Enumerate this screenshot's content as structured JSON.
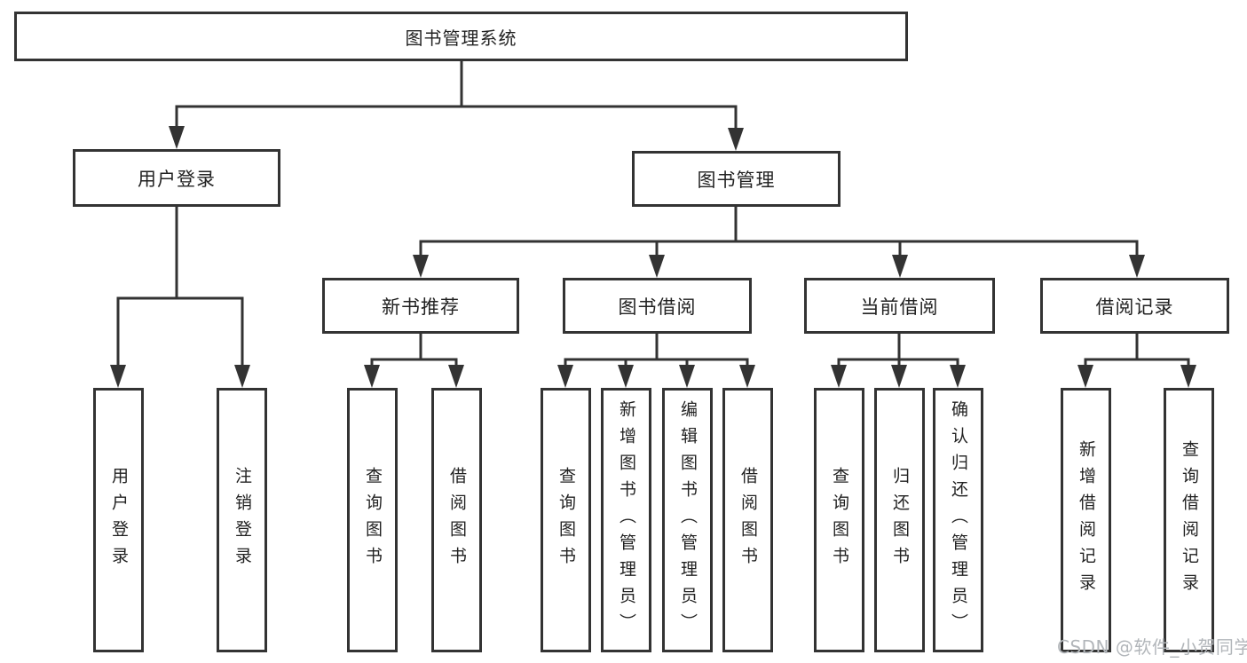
{
  "tree": {
    "root": "图书管理系统",
    "children": [
      {
        "label": "用户登录",
        "children": [
          "用户登录",
          "注销登录"
        ]
      },
      {
        "label": "图书管理",
        "children": [
          {
            "label": "新书推荐",
            "children": [
              "查询图书",
              "借阅图书"
            ]
          },
          {
            "label": "图书借阅",
            "children": [
              "查询图书",
              "新增图书（管理员）",
              "编辑图书（管理员）",
              "借阅图书"
            ]
          },
          {
            "label": "当前借阅",
            "children": [
              "查询图书",
              "归还图书",
              "确认归还（管理员）"
            ]
          },
          {
            "label": "借阅记录",
            "children": [
              "新增借阅记录",
              "查询借阅记录"
            ]
          }
        ]
      }
    ]
  },
  "watermark": {
    "text": "CSDN @软件_小贺同学"
  },
  "colors": {
    "line": "#333333",
    "box_border": "#333333",
    "box_background": "#ffffff",
    "text": "#222222",
    "watermark": "#b2b6ba",
    "page_background": "#ffffff"
  }
}
